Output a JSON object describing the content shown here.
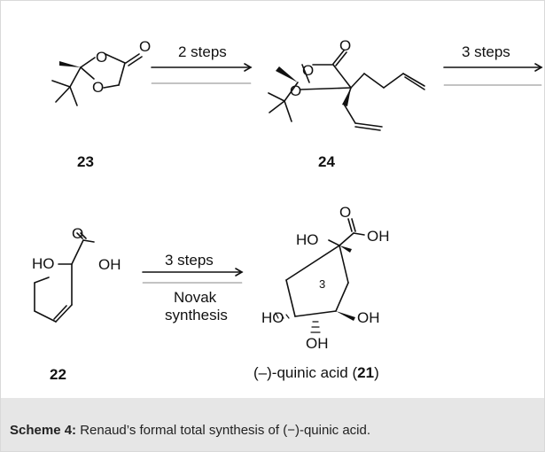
{
  "scheme": {
    "compounds": [
      {
        "id": "c23",
        "number": "23"
      },
      {
        "id": "c24",
        "number": "24"
      },
      {
        "id": "c22",
        "number": "22"
      },
      {
        "id": "c21",
        "name_prefix": "(–)-quinic acid (",
        "number": "21",
        "name_suffix": ")"
      }
    ],
    "arrows": [
      {
        "id": "a1",
        "above": "2 steps",
        "below": ""
      },
      {
        "id": "a2",
        "above": "3 steps",
        "below": ""
      },
      {
        "id": "a3",
        "above": "3 steps",
        "below_line1": "Novak",
        "below_line2": "synthesis"
      }
    ],
    "atoms": {
      "O": "O",
      "HO": "HO",
      "OH": "OH",
      "C3_locant": "3"
    }
  },
  "caption": {
    "label": "Scheme 4:",
    "text": " Renaud’s formal total synthesis of (−)-quinic acid."
  }
}
